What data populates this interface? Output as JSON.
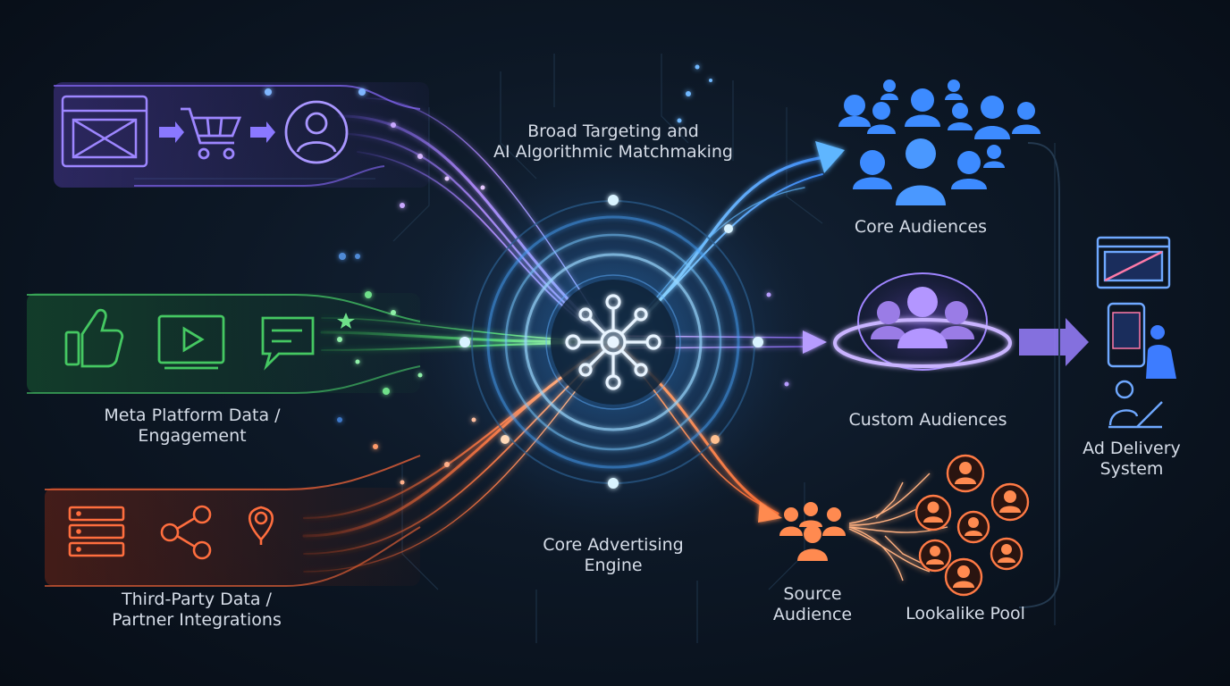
{
  "labels": {
    "broad_targeting": [
      "Broad Targeting and",
      "AI Algorithmic Matchmaking"
    ],
    "core_audiences": "Core Audiences",
    "meta_platform": [
      "Meta Platform Data /",
      "Engagement"
    ],
    "custom_audiences": "Custom Audiences",
    "ad_delivery": [
      "Ad Delivery",
      "System"
    ],
    "core_engine": [
      "Core Advertising",
      "Engine"
    ],
    "third_party": [
      "Third-Party Data /",
      "Partner Integrations"
    ],
    "source_audience": [
      "Source",
      "Audience"
    ],
    "lookalike_pool": "Lookalike Pool"
  },
  "icons": {
    "website": "browser-window-icon",
    "cart": "shopping-cart-icon",
    "profile": "user-profile-icon",
    "like": "thumbs-up-icon",
    "video": "video-play-icon",
    "comment": "chat-bubble-icon",
    "server": "server-stack-icon",
    "share": "share-icon",
    "location": "location-pin-icon",
    "hub": "network-hub-icon"
  },
  "colors": {
    "purple": "#a98bff",
    "blue": "#58b8ff",
    "green": "#4fdc6f",
    "orange": "#ff7a45",
    "cyan": "#7fd8ff"
  }
}
